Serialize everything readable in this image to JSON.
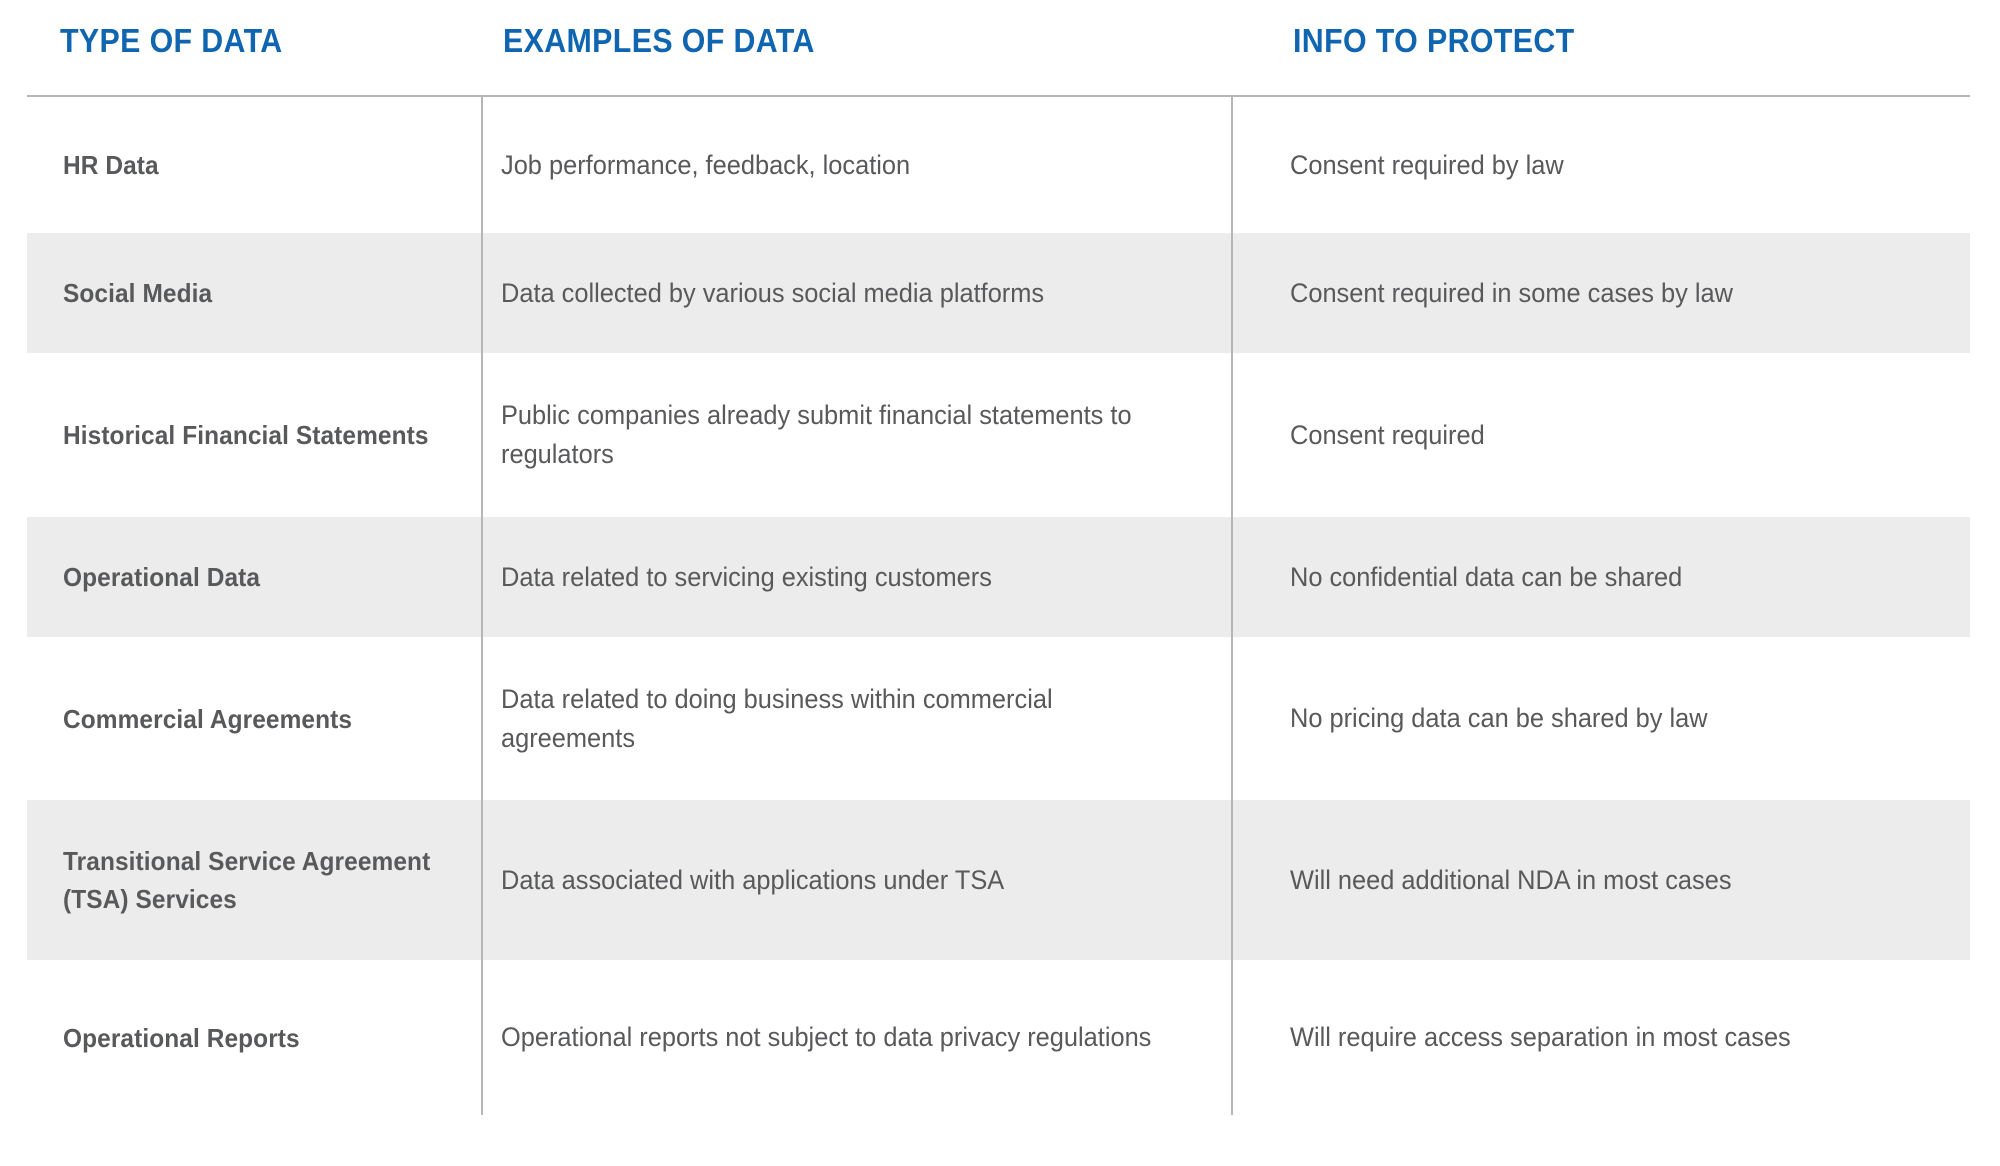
{
  "table": {
    "accent_color": "#1065b0",
    "text_color": "#58595b",
    "rule_color": "#b4b6b8",
    "shaded_row_color": "#ececec",
    "background_color": "#ffffff",
    "columns": [
      {
        "label": "TYPE OF DATA"
      },
      {
        "label": "EXAMPLES OF DATA"
      },
      {
        "label": "INFO TO PROTECT"
      }
    ],
    "rows": [
      {
        "type_of_data": "HR Data",
        "examples_of_data": "Job performance, feedback, location",
        "info_to_protect": "Consent required by law",
        "shaded": false
      },
      {
        "type_of_data": "Social Media",
        "examples_of_data": "Data collected by various social media platforms",
        "info_to_protect": "Consent required in some cases by law",
        "shaded": true
      },
      {
        "type_of_data": "Historical Financial Statements",
        "examples_of_data": "Public companies already submit financial statements to regulators",
        "info_to_protect": "Consent required",
        "shaded": false
      },
      {
        "type_of_data": "Operational Data",
        "examples_of_data": "Data related to servicing existing customers",
        "info_to_protect": "No confidential data can be shared",
        "shaded": true
      },
      {
        "type_of_data": "Commercial Agreements",
        "examples_of_data": "Data related to doing business within commercial agreements",
        "info_to_protect": "No pricing data can be shared by law",
        "shaded": false
      },
      {
        "type_of_data": "Transitional Service Agreement (TSA) Services",
        "examples_of_data": "Data associated with applications under TSA",
        "info_to_protect": "Will need additional NDA in most cases",
        "shaded": true
      },
      {
        "type_of_data": "Operational Reports",
        "examples_of_data": "Operational reports not subject to data privacy regulations",
        "info_to_protect": "Will require access separation in most cases",
        "shaded": false
      }
    ]
  }
}
